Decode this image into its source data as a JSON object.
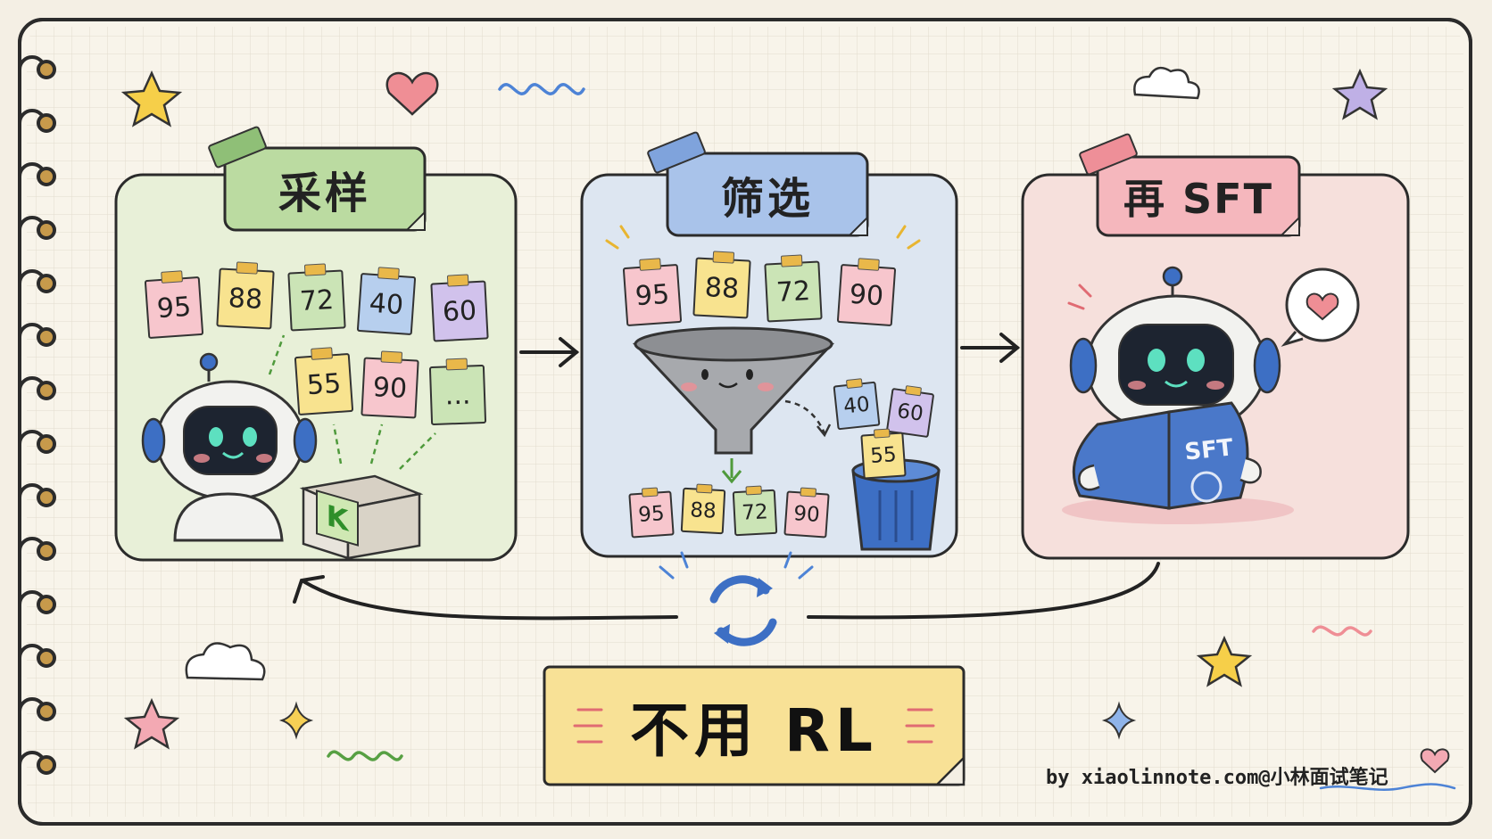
{
  "panels": {
    "sample": {
      "title": "采样",
      "scores": [
        "95",
        "88",
        "72",
        "40",
        "60",
        "55",
        "90",
        "..."
      ],
      "box_label": "K"
    },
    "filter": {
      "title": "筛选",
      "input_scores": [
        "95",
        "88",
        "72",
        "90"
      ],
      "kept_scores": [
        "95",
        "88",
        "72",
        "90"
      ],
      "discarded_scores": [
        "40",
        "60",
        "55"
      ]
    },
    "sft": {
      "title": "再 SFT",
      "book_label": "SFT"
    }
  },
  "loop_label": "不用 RL",
  "credit": "by xiaolinnote.com@小林面试笔记",
  "colors": {
    "paper": "#f4efe4",
    "panel_green": "#e8f0d8",
    "panel_blue": "#dde6f1",
    "panel_pink": "#f6e0dc",
    "accent_blue": "#3d6fc4"
  }
}
